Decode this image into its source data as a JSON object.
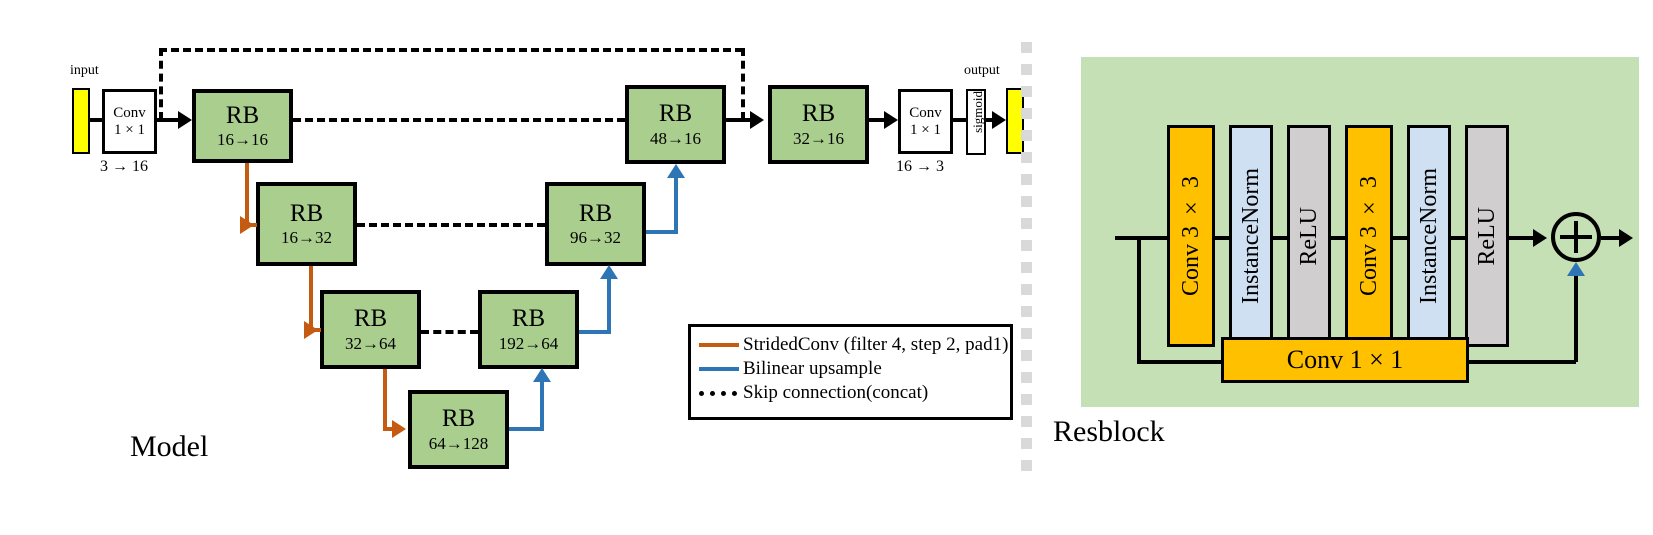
{
  "figure": {
    "left_caption": "Model",
    "right_caption": "Resblock"
  },
  "model": {
    "input_label": "input",
    "output_label": "output",
    "stem_conv": {
      "line1": "Conv",
      "line2": "1 × 1",
      "caption": "3 → 16"
    },
    "head_conv": {
      "line1": "Conv",
      "line2": "1 × 1",
      "caption": "16 → 3"
    },
    "sigmoid_label": "sigmoid",
    "blocks": [
      {
        "name": "RB",
        "channels": "16→16"
      },
      {
        "name": "RB",
        "channels": "16→32"
      },
      {
        "name": "RB",
        "channels": "32→64"
      },
      {
        "name": "RB",
        "channels": "64→128"
      },
      {
        "name": "RB",
        "channels": "192→64"
      },
      {
        "name": "RB",
        "channels": "96→32"
      },
      {
        "name": "RB",
        "channels": "48→16"
      },
      {
        "name": "RB",
        "channels": "32→16"
      }
    ]
  },
  "legend": {
    "items": [
      {
        "style": "orange",
        "label": "StridedConv (filter 4, step 2, pad1)"
      },
      {
        "style": "blue",
        "label": "Bilinear upsample"
      },
      {
        "style": "dotted",
        "label": "Skip connection(concat)"
      }
    ]
  },
  "resblock": {
    "bars": [
      {
        "label": "Conv 3 × 3",
        "kind": "conv"
      },
      {
        "label": "InstanceNorm",
        "kind": "norm"
      },
      {
        "label": "ReLU",
        "kind": "relu"
      },
      {
        "label": "Conv 3 × 3",
        "kind": "conv"
      },
      {
        "label": "InstanceNorm",
        "kind": "norm"
      },
      {
        "label": "ReLU",
        "kind": "relu"
      }
    ],
    "shortcut_label": "Conv 1 × 1",
    "sum_symbol": "⊕"
  },
  "colors": {
    "block_green": "#a9ce8e",
    "panel_green": "#c5e0b4",
    "conv_orange": "#ffc000",
    "norm_blue": "#cfe0f3",
    "relu_gray": "#d0cece",
    "strided_orange": "#c55a11",
    "upsample_blue": "#2e75b6",
    "io_yellow": "#ffff00"
  }
}
